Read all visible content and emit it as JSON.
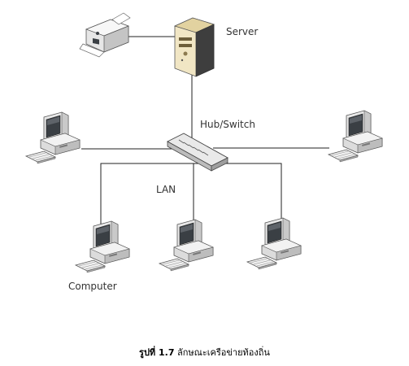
{
  "labels": {
    "server": "Server",
    "hub": "Hub/Switch",
    "lan": "LAN",
    "computer": "Computer"
  },
  "caption": {
    "figure_label": "รูปที่ 1.7",
    "text": "ลักษณะเครือข่ายท้องถิ่น"
  },
  "icons": [
    "printer-icon",
    "server-icon",
    "hub-switch-icon",
    "computer-icon"
  ]
}
